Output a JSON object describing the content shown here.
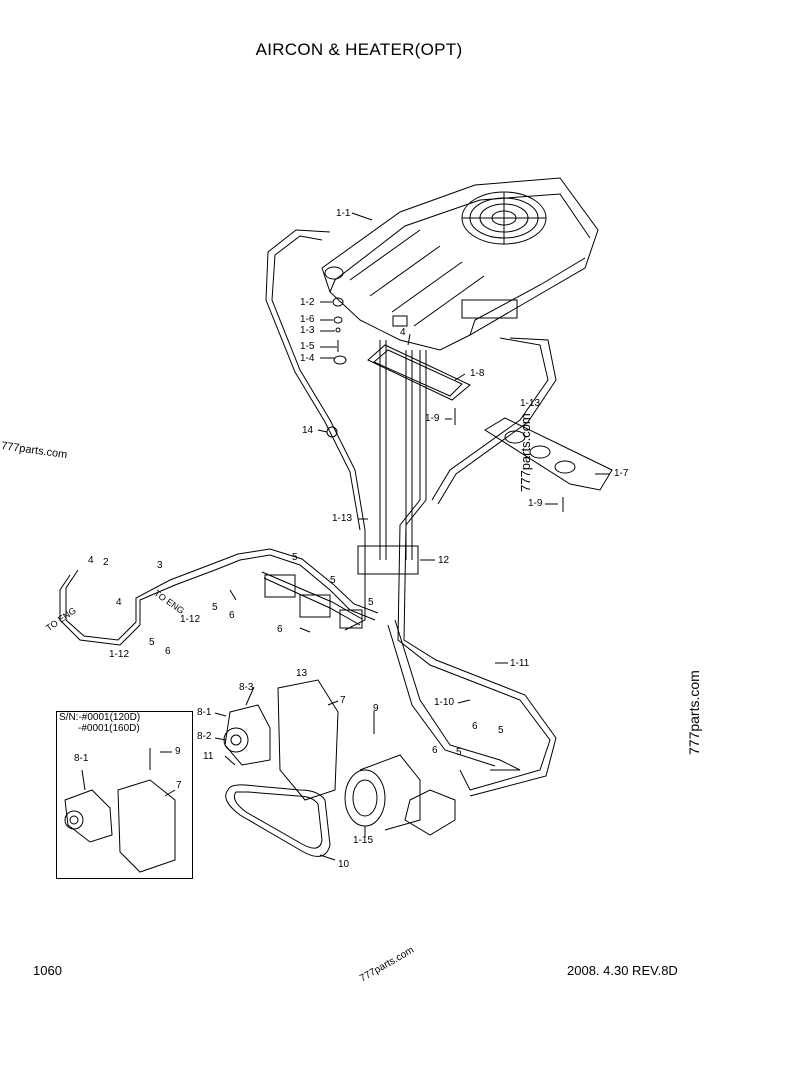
{
  "title": "AIRCON & HEATER(OPT)",
  "page_number": "1060",
  "revision": "2008. 4.30  REV.8D",
  "inset": {
    "line1": "S/N:-#0001(120D)",
    "line2": "-#0001(160D)"
  },
  "watermark": "777parts.com",
  "to_eng": "TO ENG",
  "callouts": {
    "c_1_1": "1-1",
    "c_1_2": "1-2",
    "c_1_6": "1-6",
    "c_1_3": "1-3",
    "c_1_5": "1-5",
    "c_1_4": "1-4",
    "c_4a": "4",
    "c_1_8": "1-8",
    "c_1_9a": "1-9",
    "c_1_13a": "1-13",
    "c_14": "14",
    "c_1_7": "1-7",
    "c_1_9b": "1-9",
    "c_1_13b": "1-13",
    "c_12": "12",
    "c_4b": "4",
    "c_2": "2",
    "c_3": "3",
    "c_4c": "4",
    "c_5a": "5",
    "c_5b": "5",
    "c_5c": "5",
    "c_5d": "5",
    "c_5e": "5",
    "c_6a": "6",
    "c_6b": "6",
    "c_6c": "6",
    "c_1_12a": "1-12",
    "c_1_12b": "1-12",
    "c_1_11": "1-11",
    "c_1_10": "1-10",
    "c_13": "13",
    "c_8_3": "8-3",
    "c_8_1a": "8-1",
    "c_8_2": "8-2",
    "c_7a": "7",
    "c_9a": "9",
    "c_11": "11",
    "c_6d": "6",
    "c_6e": "6",
    "c_5f": "5",
    "c_5g": "5",
    "c_1_15": "1-15",
    "c_10": "10",
    "c_8_1b": "8-1",
    "c_9b": "9",
    "c_7b": "7"
  }
}
